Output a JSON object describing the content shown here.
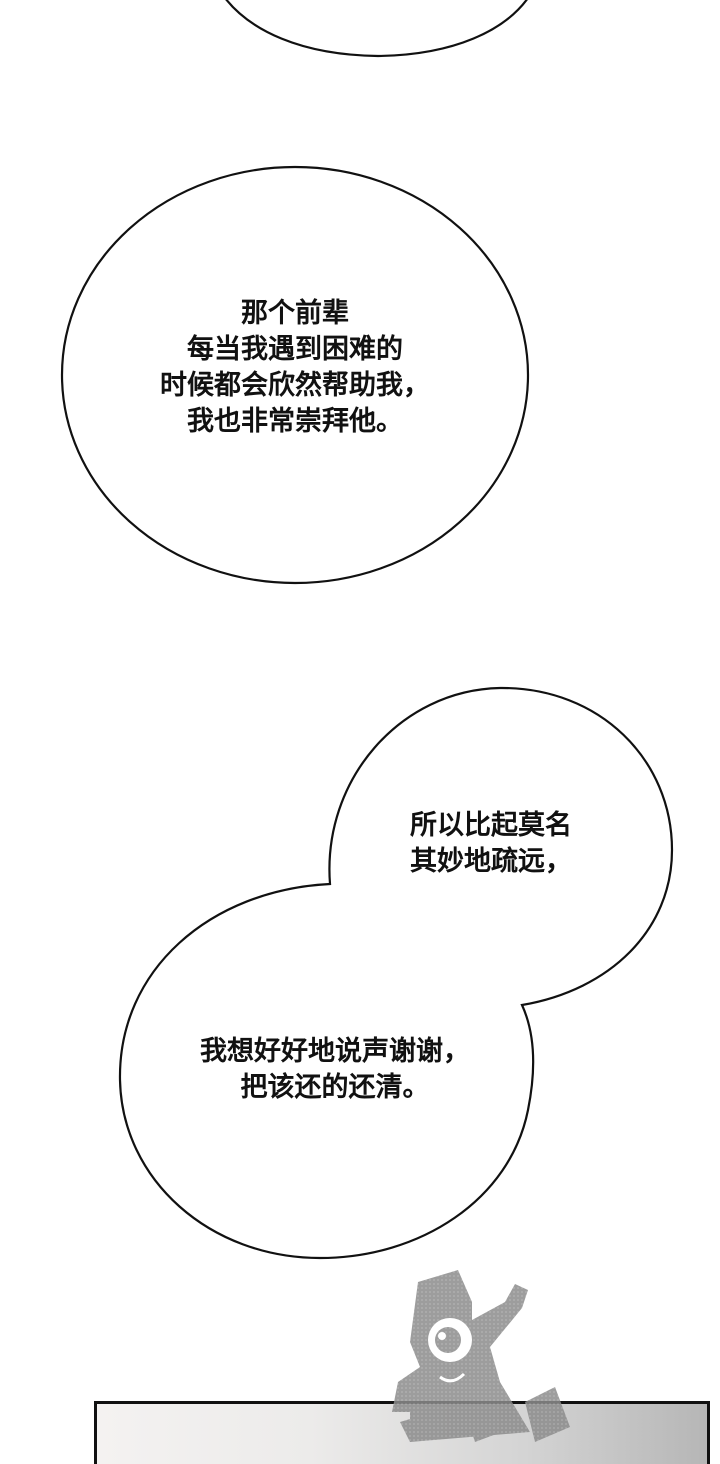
{
  "page": {
    "type": "webtoon-panel-strip",
    "background_color": "#ffffff",
    "outline_color": "#111111"
  },
  "bubbles": [
    {
      "id": "bubble-top-partial",
      "shape": "ellipse",
      "lines": []
    },
    {
      "id": "bubble-1",
      "shape": "ellipse",
      "lines": [
        "那个前辈",
        "每当我遇到困难的",
        "时候都会欣然帮助我，",
        "我也非常崇拜他。"
      ]
    },
    {
      "id": "bubble-2",
      "shape": "double-ellipse",
      "upper_lines": [
        "所以比起莫名",
        "其妙地疏远，"
      ],
      "lower_lines": [
        "我想好好地说声谢谢，",
        "把该还的还清。"
      ]
    }
  ],
  "watermark": {
    "icon": "mascot-logo-icon",
    "color": "#8a8a8a"
  },
  "bottom_panel": {
    "gradient_start": "#f4f2f1",
    "gradient_end": "#b6b6b6",
    "border_color": "#111111"
  }
}
